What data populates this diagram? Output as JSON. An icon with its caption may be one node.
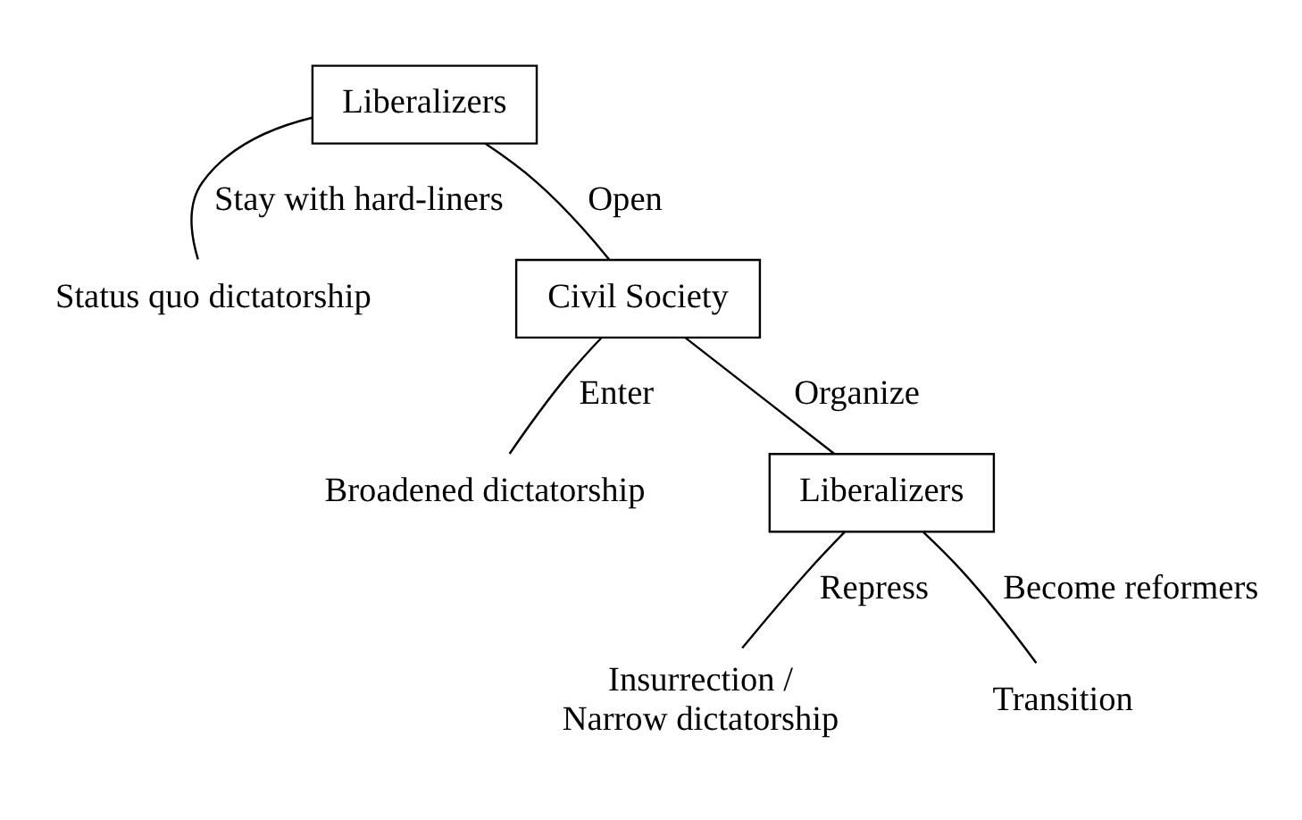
{
  "diagram": {
    "nodes": [
      {
        "text": [
          "Liberalizers"
        ]
      },
      {
        "text": [
          "Status quo dictatorship"
        ]
      },
      {
        "text": [
          "Civil Society"
        ]
      },
      {
        "text": [
          "Broadened dictatorship"
        ]
      },
      {
        "text": [
          "Liberalizers"
        ]
      },
      {
        "text": [
          "Insurrection / Narrow dictatorship"
        ]
      },
      {
        "text": [
          "Transition"
        ]
      }
    ],
    "edges": [
      {
        "from": 0,
        "to": 1,
        "arrow": "none",
        "label": "Stay with hard-liners"
      },
      {
        "from": 0,
        "to": 2,
        "arrow": "none",
        "label": "Open"
      },
      {
        "from": 2,
        "to": 3,
        "arrow": "none",
        "label": "Enter"
      },
      {
        "from": 2,
        "to": 4,
        "arrow": "none",
        "label": "Organize"
      },
      {
        "from": 4,
        "to": 5,
        "arrow": "none",
        "label": "Repress"
      },
      {
        "from": 4,
        "to": 6,
        "arrow": "none",
        "label": "Become reformers"
      }
    ]
  }
}
